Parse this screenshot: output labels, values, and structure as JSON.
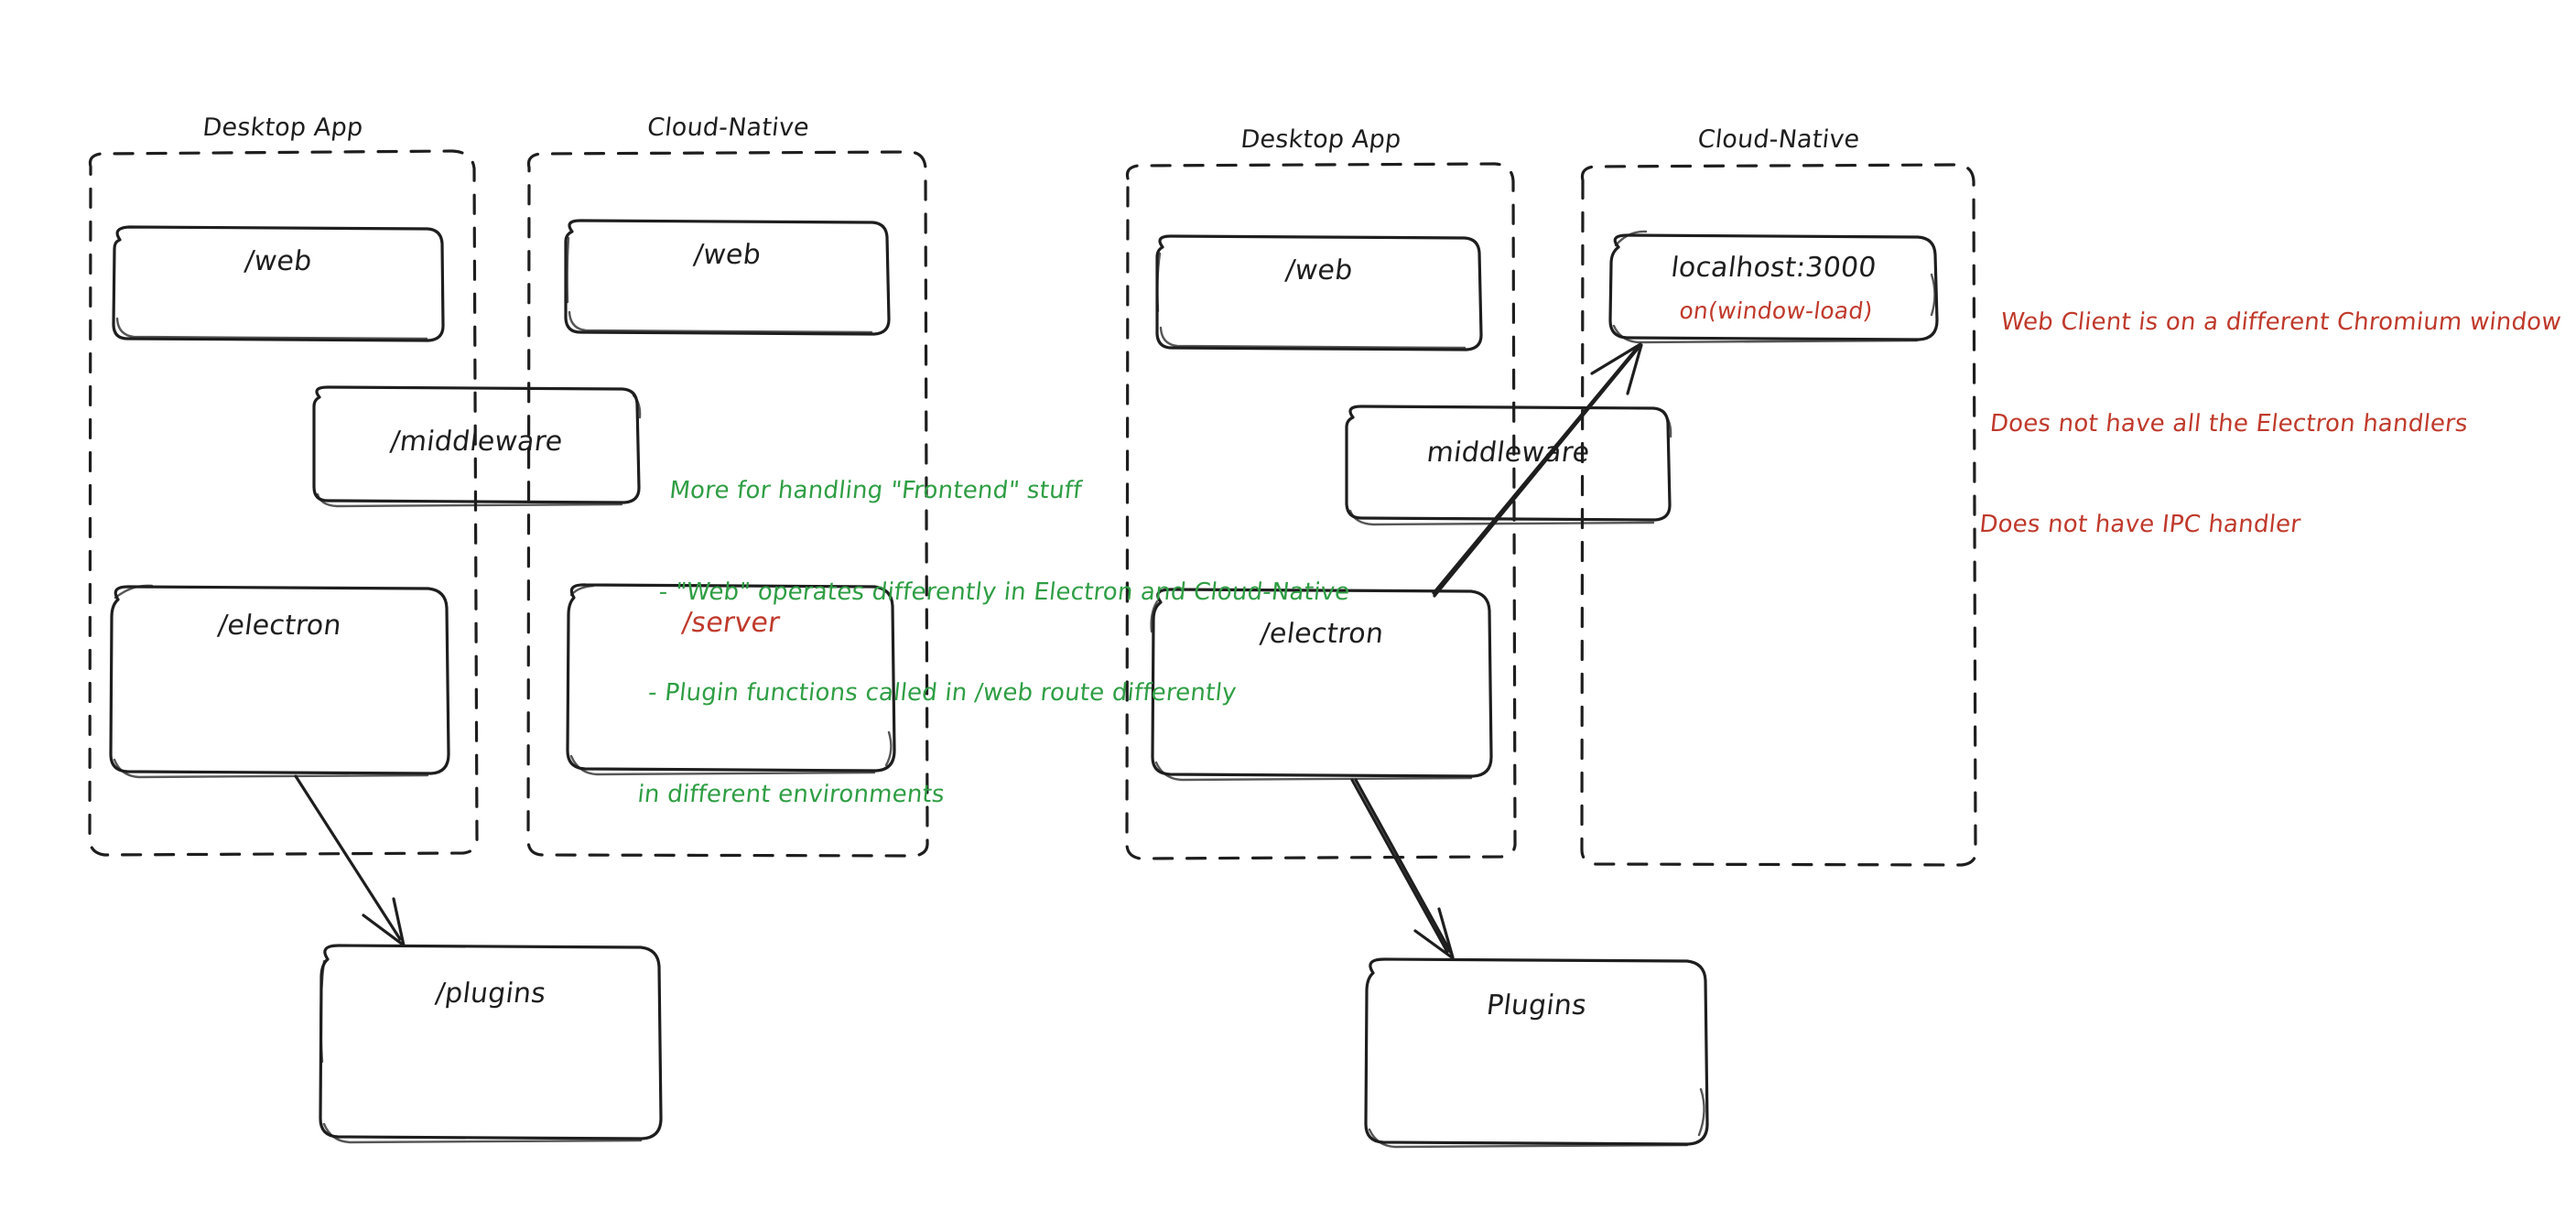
{
  "diagram": {
    "title": "Electron Desktop App vs Cloud-Native architecture sketch",
    "style": "hand-drawn sketch (Excalidraw)",
    "background": "#ffffff",
    "colors": {
      "stroke": "#1e1e1e",
      "green": "#2f9e44",
      "red": "#c0392b"
    }
  },
  "left_diagram": {
    "groups": [
      {
        "id": "left-desktop-app",
        "label": "Desktop App"
      },
      {
        "id": "left-cloud-native",
        "label": "Cloud-Native"
      }
    ],
    "nodes": [
      {
        "id": "left-desktop-web",
        "label": "/web",
        "color": "black"
      },
      {
        "id": "left-cloud-web",
        "label": "/web",
        "color": "black"
      },
      {
        "id": "left-middleware",
        "label": "/middleware",
        "color": "black"
      },
      {
        "id": "left-electron",
        "label": "/electron",
        "color": "black"
      },
      {
        "id": "left-server",
        "label": "/server",
        "color": "red"
      },
      {
        "id": "left-plugins",
        "label": "/plugins",
        "color": "black"
      }
    ],
    "arrows": [
      {
        "from": "left-electron",
        "to": "left-plugins"
      }
    ],
    "note": {
      "color": "green",
      "lines": [
        "More for handling \"Frontend\" stuff",
        "- \"Web\" operates differently in Electron and Cloud-Native",
        "- Plugin functions called in /web route differently",
        "in different environments"
      ]
    }
  },
  "right_diagram": {
    "groups": [
      {
        "id": "right-desktop-app",
        "label": "Desktop App"
      },
      {
        "id": "right-cloud-native",
        "label": "Cloud-Native"
      }
    ],
    "nodes": [
      {
        "id": "right-desktop-web",
        "label": "/web",
        "color": "black"
      },
      {
        "id": "right-localhost",
        "label": "localhost:3000",
        "color": "black",
        "sublabel": "on(window-load)",
        "sublabel_color": "red"
      },
      {
        "id": "right-middleware",
        "label": "middleware",
        "color": "black"
      },
      {
        "id": "right-electron",
        "label": "/electron",
        "color": "black"
      },
      {
        "id": "right-plugins",
        "label": "Plugins",
        "color": "black"
      }
    ],
    "arrows": [
      {
        "from": "right-electron",
        "to": "right-localhost"
      },
      {
        "from": "right-electron",
        "to": "right-plugins"
      }
    ],
    "note": {
      "color": "red",
      "lines": [
        "Web Client is on a different Chromium window",
        "Does not have all the Electron handlers",
        "Does not have IPC handler"
      ]
    }
  }
}
